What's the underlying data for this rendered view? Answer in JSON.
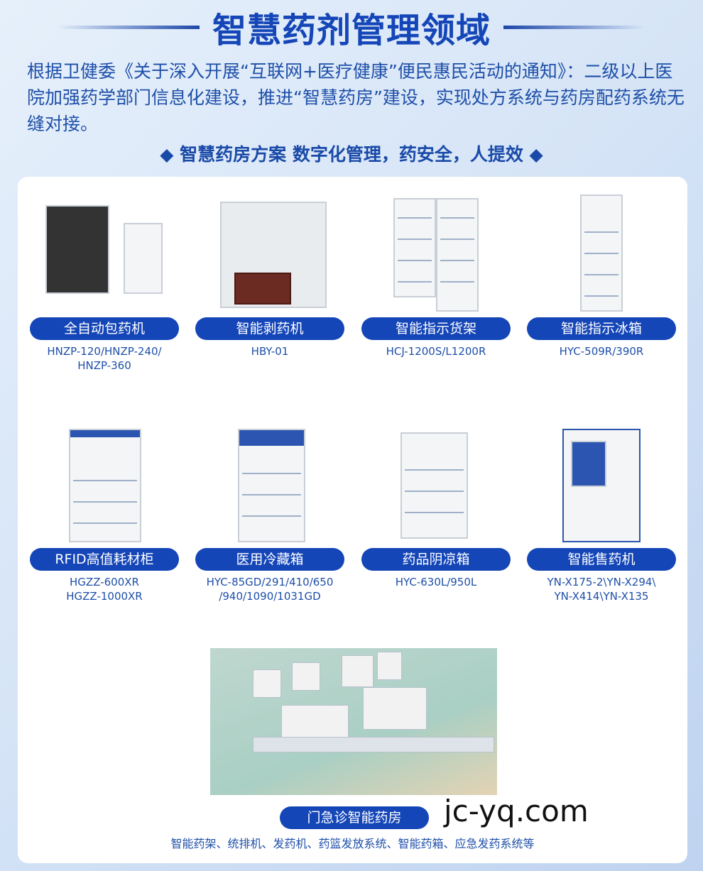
{
  "header": {
    "title": "智慧药剂管理领域",
    "intro": "根据卫健委《关于深入开展“互联网+医疗健康”便民惠民活动的通知》：二级以上医院加强药学部门信息化建设，推进“智慧药房”建设，实现处方系统与药房配药系统无缝对接。",
    "slogan": "◆ 智慧药房方案  数字化管理，药安全，人提效 ◆"
  },
  "products": [
    {
      "name": "全自动包药机",
      "model": "HNZP-120/HNZP-240/\nHNZP-360"
    },
    {
      "name": "智能剥药机",
      "model": "HBY-01"
    },
    {
      "name": "智能指示货架",
      "model": "HCJ-1200S/L1200R"
    },
    {
      "name": "智能指示冰箱",
      "model": "HYC-509R/390R"
    },
    {
      "name": "RFID高值耗材柜",
      "model": "HGZZ-600XR\nHGZZ-1000XR"
    },
    {
      "name": "医用冷藏箱",
      "model": "HYC-85GD/291/410/650\n/940/1090/1031GD"
    },
    {
      "name": "药品阴凉箱",
      "model": "HYC-630L/950L"
    },
    {
      "name": "智能售药机",
      "model": "YN-X175-2\\YN-X294\\\nYN-X414\\YN-X135"
    }
  ],
  "pharmacy": {
    "name": "门急诊智能药房",
    "caption": "智能药架、统排机、发药机、药篮发放系统、智能药箱、应急发药系统等"
  },
  "watermark": "jc-yq.com",
  "colors": {
    "accent": "#1546b8",
    "text": "#1e4fa8"
  }
}
